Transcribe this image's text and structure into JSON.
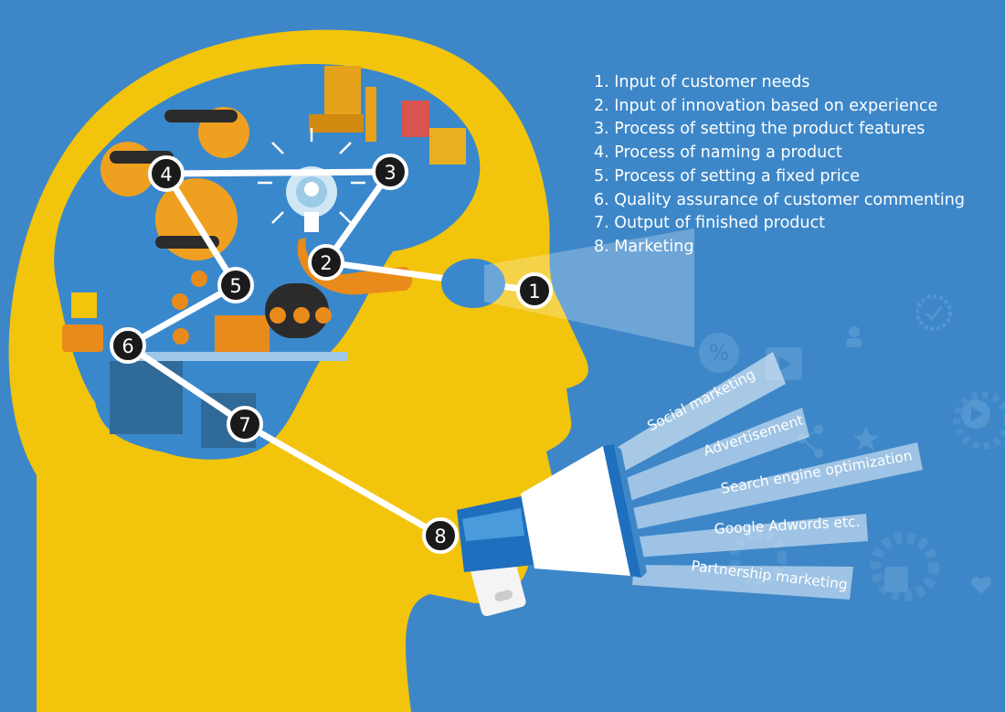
{
  "colors": {
    "background": "#3d87c8",
    "head": "#f2c40c",
    "brain": "#3a88cc",
    "node_fill": "#1a1a1a",
    "connector": "#ffffff",
    "megaphone_blue": "#1f6fbf",
    "beam": "#ffffff"
  },
  "legend": {
    "items": [
      "1. Input of customer needs",
      "2. Input of innovation based on experience",
      "3. Process of setting the product features",
      "4. Process of naming a product",
      "5. Process of setting a fixed price",
      "6. Quality assurance of customer commenting",
      "7. Output of finished product",
      "8. Marketing"
    ]
  },
  "nodes": [
    {
      "id": "1",
      "label": "1"
    },
    {
      "id": "2",
      "label": "2"
    },
    {
      "id": "3",
      "label": "3"
    },
    {
      "id": "4",
      "label": "4"
    },
    {
      "id": "5",
      "label": "5"
    },
    {
      "id": "6",
      "label": "6"
    },
    {
      "id": "7",
      "label": "7"
    },
    {
      "id": "8",
      "label": "8"
    }
  ],
  "edges": [
    [
      "1",
      "2"
    ],
    [
      "2",
      "3"
    ],
    [
      "3",
      "4"
    ],
    [
      "4",
      "5"
    ],
    [
      "5",
      "6"
    ],
    [
      "6",
      "7"
    ],
    [
      "7",
      "8"
    ]
  ],
  "marketing_channels": [
    "Social marketing",
    "Advertisement",
    "Search engine optimization",
    "Google Adwords etc.",
    "Partnership marketing"
  ],
  "icons": [
    "percent-icon",
    "play-icon",
    "share-icon",
    "star-icon",
    "gear-icon",
    "heart-icon",
    "thumbs-up-icon",
    "user-icon",
    "clock-icon",
    "lightbulb-icon",
    "euro-coin-icon",
    "factory-robot-icon"
  ],
  "decor": {
    "percent_glyph": "%"
  }
}
